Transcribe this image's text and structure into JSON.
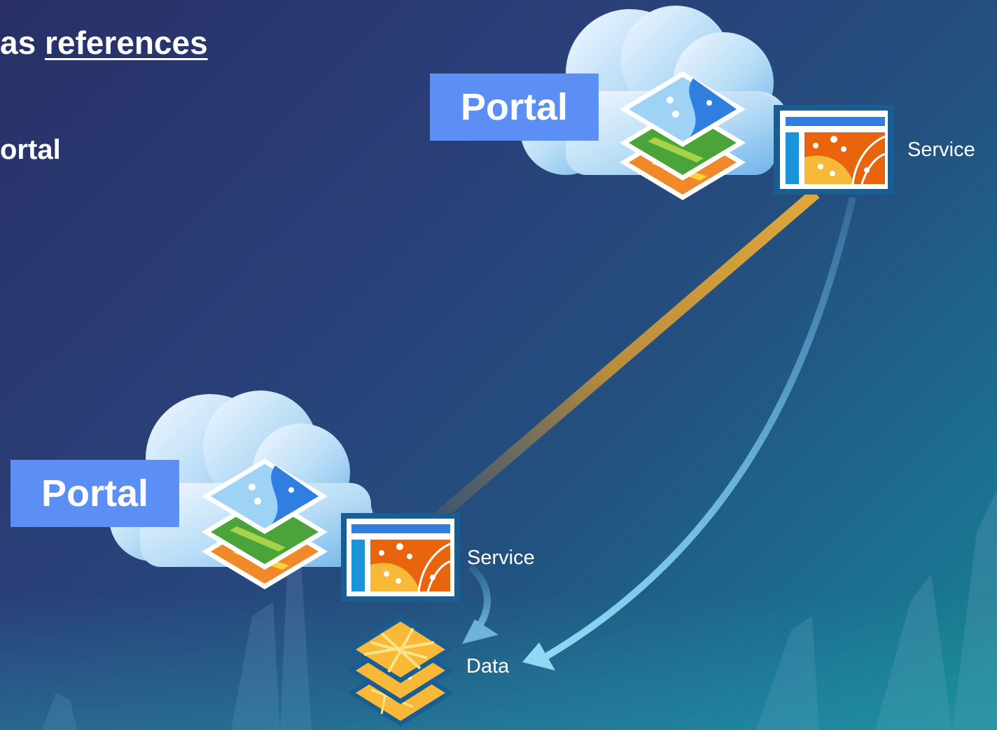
{
  "heading": {
    "line1_prefix": "as ",
    "line1_link": "references",
    "line2": "ortal"
  },
  "portals": {
    "top_label": "Portal",
    "bottom_label": "Portal"
  },
  "labels": {
    "service_top": "Service",
    "service_bottom": "Service",
    "data": "Data"
  },
  "colors": {
    "portal_box": "#5b8ff6",
    "reference_link": "#d6a43a",
    "data_arrow": "#7ccdf0",
    "service_frame": "#1a5d93",
    "service_orange": "#e8650e",
    "service_yellow": "#f8b838"
  },
  "icons": [
    "cloud-icon",
    "layers-icon",
    "service-icon",
    "data-layers-icon",
    "curved-arrow-icon"
  ]
}
